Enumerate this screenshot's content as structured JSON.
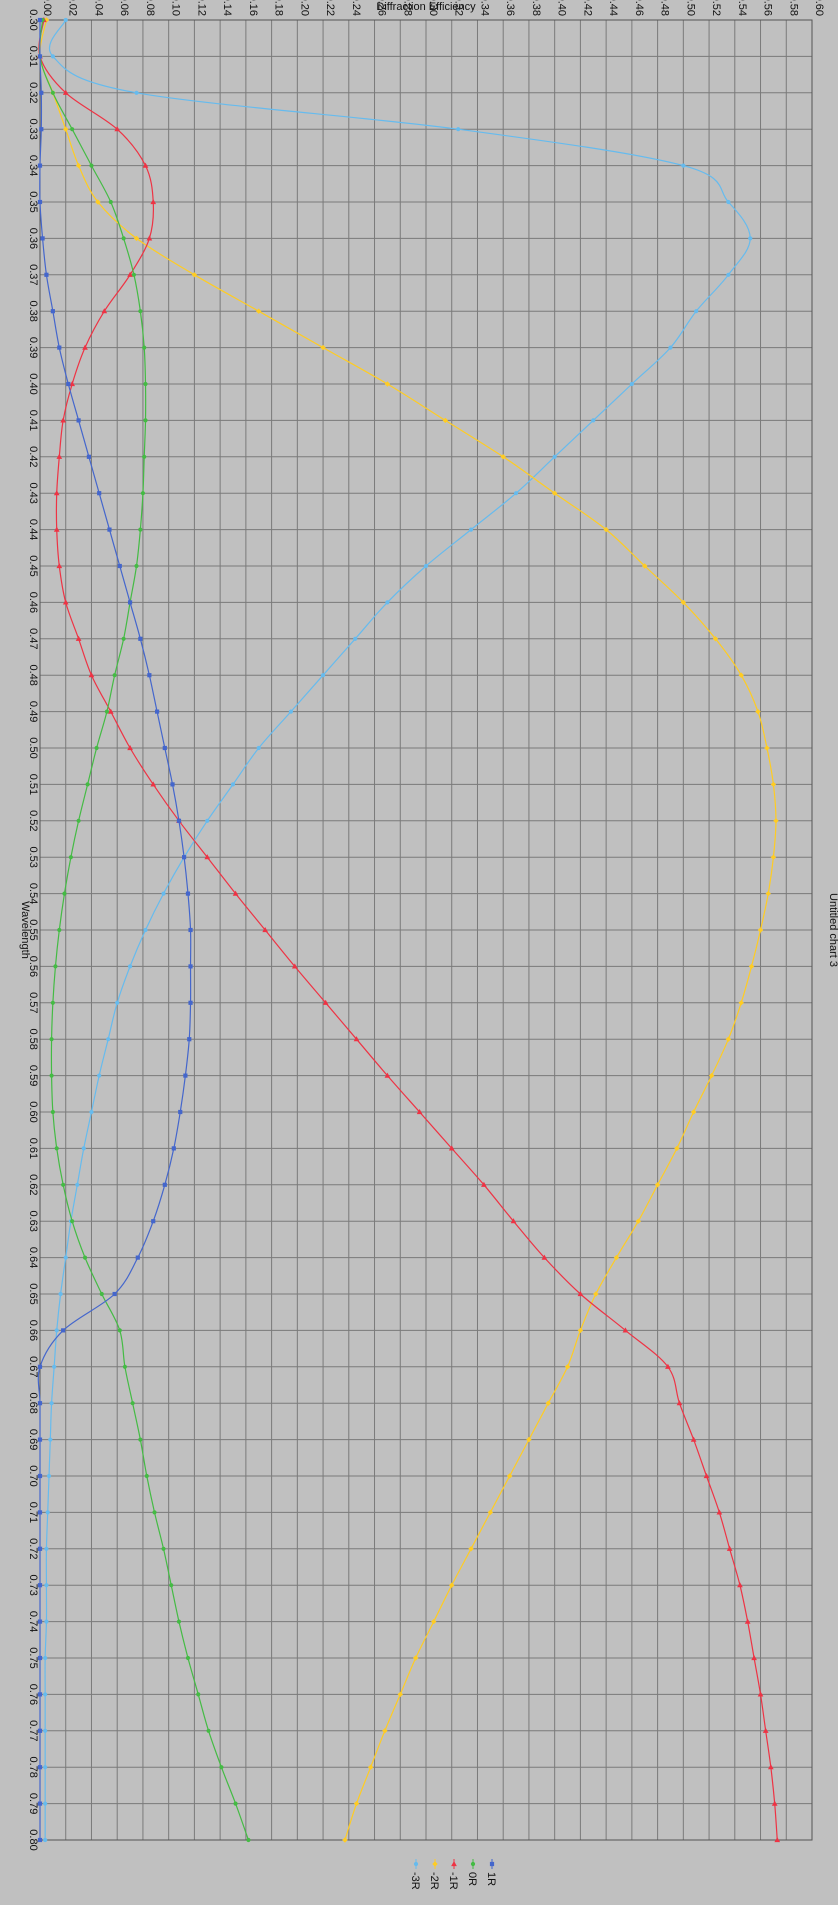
{
  "chart_data": {
    "type": "line",
    "title": "Untitled chart 3",
    "ylabel": "Diffraction Efficiency",
    "xlabel": "Wavelength",
    "xlim": [
      0.3,
      0.8
    ],
    "ylim": [
      0.0,
      0.6
    ],
    "x_ticks": [
      "0.30",
      "0.31",
      "0.32",
      "0.33",
      "0.34",
      "0.35",
      "0.36",
      "0.37",
      "0.38",
      "0.39",
      "0.40",
      "0.41",
      "0.42",
      "0.43",
      "0.44",
      "0.45",
      "0.46",
      "0.47",
      "0.48",
      "0.49",
      "0.50",
      "0.51",
      "0.52",
      "0.53",
      "0.54",
      "0.55",
      "0.56",
      "0.57",
      "0.58",
      "0.59",
      "0.60",
      "0.61",
      "0.62",
      "0.63",
      "0.64",
      "0.65",
      "0.66",
      "0.67",
      "0.68",
      "0.69",
      "0.70",
      "0.71",
      "0.72",
      "0.73",
      "0.74",
      "0.75",
      "0.76",
      "0.77",
      "0.78",
      "0.79",
      "0.80"
    ],
    "y_ticks": [
      "0.00",
      "0.02",
      "0.04",
      "0.06",
      "0.08",
      "0.10",
      "0.12",
      "0.14",
      "0.16",
      "0.18",
      "0.20",
      "0.22",
      "0.24",
      "0.26",
      "0.28",
      "0.30",
      "0.32",
      "0.34",
      "0.36",
      "0.38",
      "0.40",
      "0.42",
      "0.44",
      "0.46",
      "0.48",
      "0.50",
      "0.52",
      "0.54",
      "0.56",
      "0.58",
      "0.60"
    ],
    "grid": true,
    "orientation": "rotated-90-clockwise",
    "legend_position": "bottom",
    "series": [
      {
        "name": "-3R",
        "color": "#66bbee",
        "marker": "circle",
        "x": [
          0.3,
          0.31,
          0.32,
          0.33,
          0.34,
          0.35,
          0.36,
          0.37,
          0.38,
          0.39,
          0.4,
          0.41,
          0.42,
          0.43,
          0.44,
          0.45,
          0.46,
          0.47,
          0.48,
          0.49,
          0.5,
          0.51,
          0.52,
          0.53,
          0.54,
          0.55,
          0.56,
          0.57,
          0.58,
          0.59,
          0.6,
          0.61,
          0.62,
          0.63,
          0.64,
          0.65,
          0.66,
          0.67,
          0.68,
          0.69,
          0.7,
          0.71,
          0.72,
          0.73,
          0.74,
          0.75,
          0.76,
          0.77,
          0.78,
          0.79,
          0.8
        ],
        "values": [
          0.02,
          0.01,
          0.075,
          0.325,
          0.5,
          0.535,
          0.552,
          0.535,
          0.51,
          0.49,
          0.46,
          0.43,
          0.4,
          0.37,
          0.335,
          0.3,
          0.27,
          0.245,
          0.22,
          0.195,
          0.17,
          0.15,
          0.13,
          0.112,
          0.096,
          0.082,
          0.07,
          0.06,
          0.053,
          0.046,
          0.04,
          0.034,
          0.029,
          0.024,
          0.02,
          0.016,
          0.013,
          0.011,
          0.009,
          0.008,
          0.007,
          0.006,
          0.005,
          0.005,
          0.005,
          0.004,
          0.004,
          0.004,
          0.004,
          0.004,
          0.004
        ]
      },
      {
        "name": "-2R",
        "color": "#ffcc22",
        "marker": "diamond",
        "x": [
          0.3,
          0.31,
          0.32,
          0.33,
          0.34,
          0.35,
          0.36,
          0.37,
          0.38,
          0.39,
          0.4,
          0.41,
          0.42,
          0.43,
          0.44,
          0.45,
          0.46,
          0.47,
          0.48,
          0.49,
          0.5,
          0.51,
          0.52,
          0.53,
          0.54,
          0.55,
          0.56,
          0.57,
          0.58,
          0.59,
          0.6,
          0.61,
          0.62,
          0.63,
          0.64,
          0.65,
          0.66,
          0.67,
          0.68,
          0.69,
          0.7,
          0.71,
          0.72,
          0.73,
          0.74,
          0.75,
          0.76,
          0.77,
          0.78,
          0.79,
          0.8
        ],
        "values": [
          0.005,
          0.0,
          0.01,
          0.02,
          0.03,
          0.045,
          0.075,
          0.12,
          0.17,
          0.22,
          0.27,
          0.315,
          0.36,
          0.4,
          0.44,
          0.47,
          0.5,
          0.525,
          0.545,
          0.558,
          0.565,
          0.57,
          0.572,
          0.57,
          0.566,
          0.56,
          0.553,
          0.545,
          0.535,
          0.522,
          0.508,
          0.495,
          0.48,
          0.465,
          0.448,
          0.432,
          0.42,
          0.41,
          0.395,
          0.38,
          0.365,
          0.35,
          0.335,
          0.32,
          0.306,
          0.292,
          0.28,
          0.268,
          0.257,
          0.246,
          0.237
        ]
      },
      {
        "name": "-1R",
        "color": "#ee3344",
        "marker": "triangle",
        "x": [
          0.3,
          0.31,
          0.32,
          0.33,
          0.34,
          0.35,
          0.36,
          0.37,
          0.38,
          0.39,
          0.4,
          0.41,
          0.42,
          0.43,
          0.44,
          0.45,
          0.46,
          0.47,
          0.48,
          0.49,
          0.5,
          0.51,
          0.52,
          0.53,
          0.54,
          0.55,
          0.56,
          0.57,
          0.58,
          0.59,
          0.6,
          0.61,
          0.62,
          0.63,
          0.64,
          0.65,
          0.66,
          0.67,
          0.68,
          0.69,
          0.7,
          0.71,
          0.72,
          0.73,
          0.74,
          0.75,
          0.76,
          0.77,
          0.78,
          0.79,
          0.8
        ],
        "values": [
          0.003,
          0.0,
          0.02,
          0.06,
          0.082,
          0.088,
          0.085,
          0.07,
          0.05,
          0.035,
          0.025,
          0.018,
          0.015,
          0.013,
          0.013,
          0.015,
          0.02,
          0.03,
          0.04,
          0.055,
          0.07,
          0.088,
          0.108,
          0.13,
          0.152,
          0.175,
          0.198,
          0.222,
          0.246,
          0.27,
          0.295,
          0.32,
          0.345,
          0.368,
          0.392,
          0.42,
          0.455,
          0.488,
          0.497,
          0.508,
          0.518,
          0.528,
          0.536,
          0.544,
          0.55,
          0.555,
          0.56,
          0.564,
          0.568,
          0.571,
          0.573
        ]
      },
      {
        "name": "0R",
        "color": "#44bb44",
        "marker": "circle",
        "x": [
          0.3,
          0.31,
          0.32,
          0.33,
          0.34,
          0.35,
          0.36,
          0.37,
          0.38,
          0.39,
          0.4,
          0.41,
          0.42,
          0.43,
          0.44,
          0.45,
          0.46,
          0.47,
          0.48,
          0.49,
          0.5,
          0.51,
          0.52,
          0.53,
          0.54,
          0.55,
          0.56,
          0.57,
          0.58,
          0.59,
          0.6,
          0.61,
          0.62,
          0.63,
          0.64,
          0.65,
          0.66,
          0.67,
          0.68,
          0.69,
          0.7,
          0.71,
          0.72,
          0.73,
          0.74,
          0.75,
          0.76,
          0.77,
          0.78,
          0.79,
          0.8
        ],
        "values": [
          0.002,
          0.0,
          0.01,
          0.025,
          0.04,
          0.055,
          0.065,
          0.073,
          0.078,
          0.081,
          0.082,
          0.082,
          0.081,
          0.08,
          0.078,
          0.075,
          0.07,
          0.065,
          0.058,
          0.052,
          0.044,
          0.037,
          0.03,
          0.024,
          0.019,
          0.015,
          0.012,
          0.01,
          0.009,
          0.009,
          0.01,
          0.013,
          0.018,
          0.025,
          0.035,
          0.048,
          0.062,
          0.066,
          0.072,
          0.078,
          0.083,
          0.089,
          0.096,
          0.102,
          0.108,
          0.115,
          0.123,
          0.131,
          0.141,
          0.152,
          0.162
        ]
      },
      {
        "name": "1R",
        "color": "#4466cc",
        "marker": "square",
        "x": [
          0.3,
          0.31,
          0.32,
          0.33,
          0.34,
          0.35,
          0.36,
          0.37,
          0.38,
          0.39,
          0.4,
          0.41,
          0.42,
          0.43,
          0.44,
          0.45,
          0.46,
          0.47,
          0.48,
          0.49,
          0.5,
          0.51,
          0.52,
          0.53,
          0.54,
          0.55,
          0.56,
          0.57,
          0.58,
          0.59,
          0.6,
          0.61,
          0.62,
          0.63,
          0.64,
          0.65,
          0.66,
          0.67,
          0.68,
          0.69,
          0.7,
          0.71,
          0.72,
          0.73,
          0.74,
          0.75,
          0.76,
          0.77,
          0.78,
          0.79,
          0.8
        ],
        "values": [
          0.0,
          0.0,
          0.001,
          0.001,
          0.0,
          0.0,
          0.002,
          0.005,
          0.01,
          0.015,
          0.022,
          0.03,
          0.038,
          0.046,
          0.054,
          0.062,
          0.07,
          0.078,
          0.085,
          0.091,
          0.097,
          0.103,
          0.108,
          0.112,
          0.115,
          0.117,
          0.117,
          0.117,
          0.116,
          0.113,
          0.109,
          0.104,
          0.097,
          0.088,
          0.076,
          0.058,
          0.018,
          0.0,
          0.0,
          0.0,
          0.0,
          0.0,
          0.0,
          0.0,
          0.0,
          0.0,
          0.0,
          0.0,
          0.0,
          0.0,
          0.0
        ]
      }
    ]
  }
}
